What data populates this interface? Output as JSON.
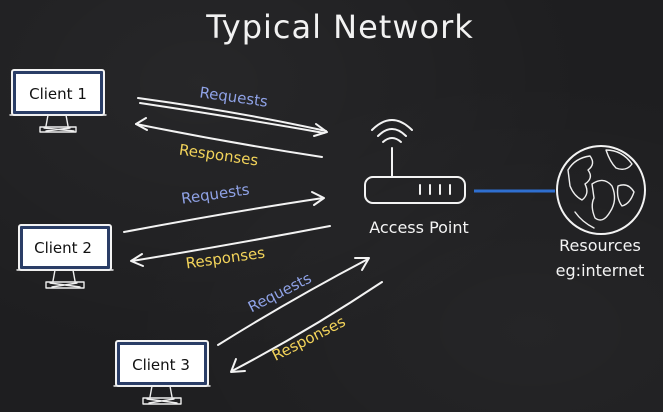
{
  "title": "Typical Network",
  "clients": [
    {
      "label": "Client 1"
    },
    {
      "label": "Client 2"
    },
    {
      "label": "Client 3"
    }
  ],
  "flows": [
    {
      "request_label": "Requests",
      "response_label": "Responses"
    },
    {
      "request_label": "Requests",
      "response_label": "Responses"
    },
    {
      "request_label": "Requests",
      "response_label": "Responses"
    }
  ],
  "access_point": {
    "label": "Access Point"
  },
  "resources": {
    "line1": "Resources",
    "line2": "eg:internet"
  },
  "colors": {
    "background": "#1e1e20",
    "chalk": "#f3f3f3",
    "requests": "#8fa2e6",
    "responses": "#f2d35a",
    "screen": "#2a3d66",
    "link": "#2f6fd0"
  }
}
